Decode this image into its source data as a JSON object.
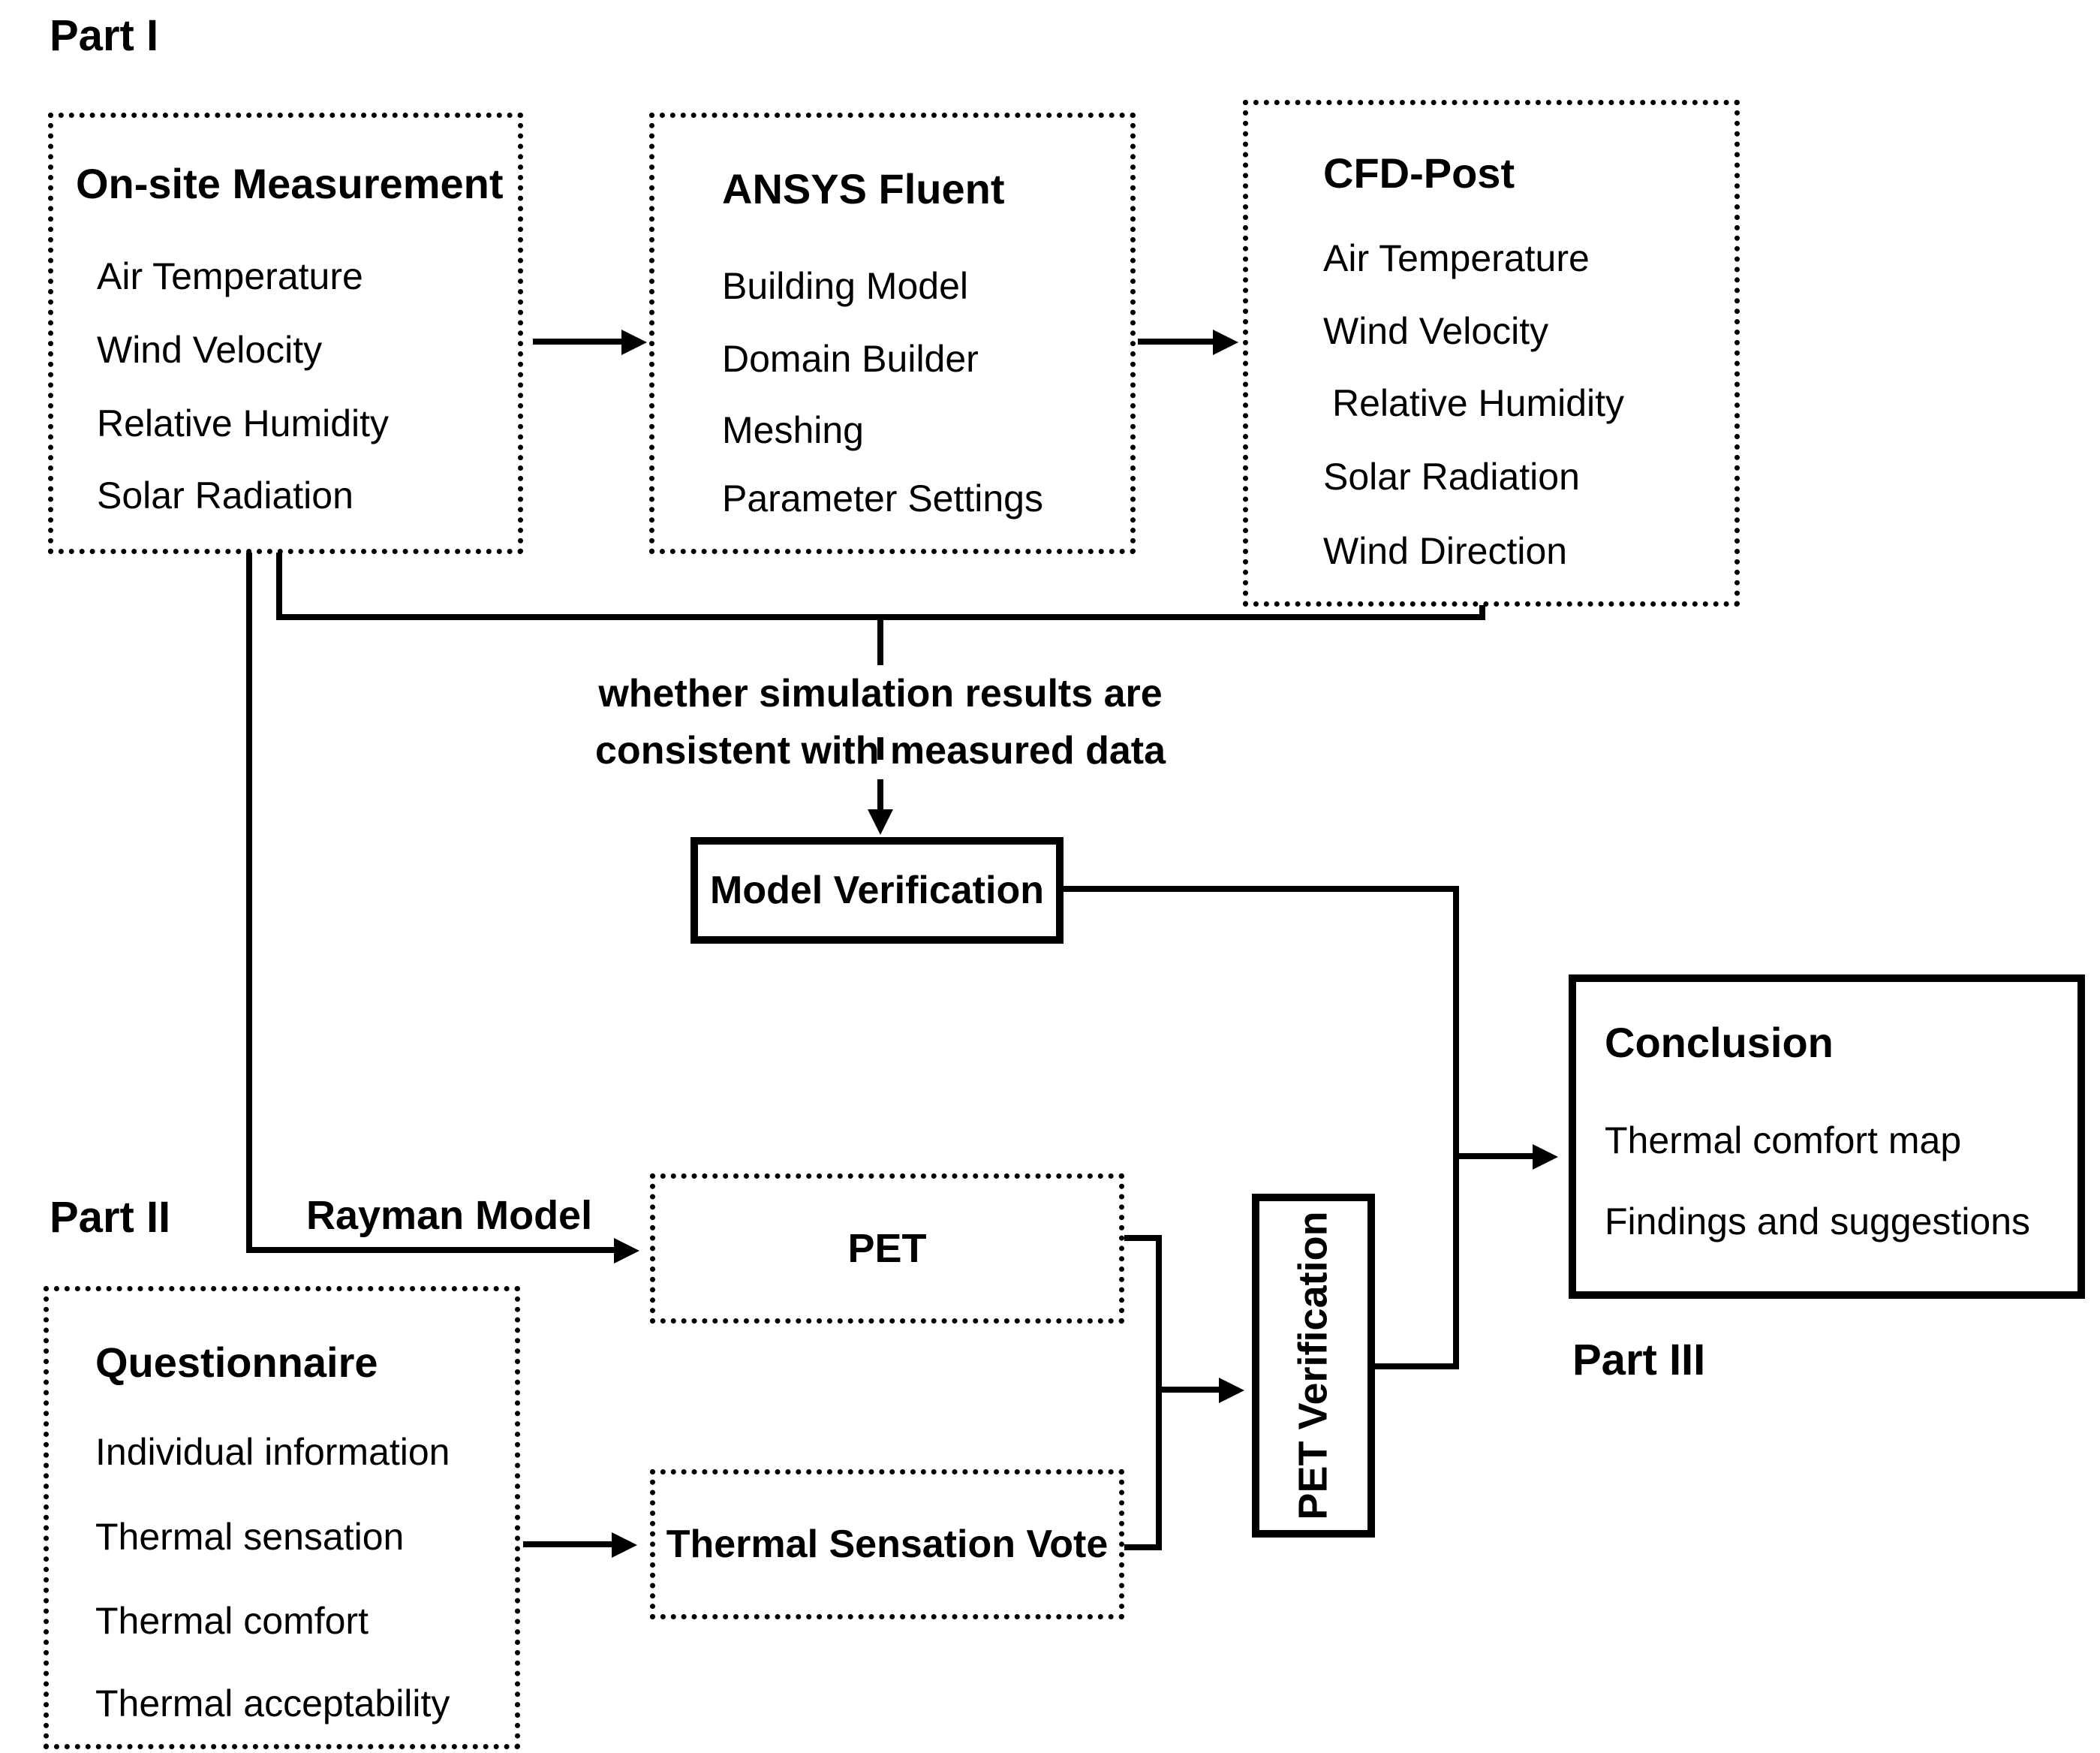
{
  "part_labels": {
    "part1": "Part I",
    "part2": "Part II",
    "part3": "Part III"
  },
  "boxes": {
    "onsite": {
      "title": "On-site Measurement",
      "items": [
        "Air Temperature",
        "Wind Velocity",
        "Relative Humidity",
        "Solar Radiation"
      ]
    },
    "ansys": {
      "title": "ANSYS Fluent",
      "items": [
        "Building Model",
        "Domain Builder",
        "Meshing",
        "Parameter Settings"
      ]
    },
    "cfdpost": {
      "title": "CFD-Post",
      "items": [
        "Air Temperature",
        "Wind Velocity",
        "Relative Humidity",
        "Solar Radiation",
        "Wind Direction"
      ]
    },
    "model_verification": {
      "title": "Model Verification"
    },
    "conclusion": {
      "title": "Conclusion",
      "items": [
        "Thermal comfort map",
        "Findings and suggestions"
      ]
    },
    "pet": {
      "title": "PET"
    },
    "questionnaire": {
      "title": "Questionnaire",
      "items": [
        "Individual information",
        "Thermal sensation",
        "Thermal comfort",
        "Thermal acceptability"
      ]
    },
    "tsv": {
      "title": "Thermal Sensation Vote"
    },
    "pet_verification": {
      "title": "PET Verification"
    }
  },
  "annotations": {
    "consistency_line1": "whether simulation results are",
    "consistency_line2": "consistent with measured data",
    "rayman_model": "Rayman Model"
  },
  "colors": {
    "line": "#000000",
    "text": "#000000",
    "background": "#ffffff"
  }
}
